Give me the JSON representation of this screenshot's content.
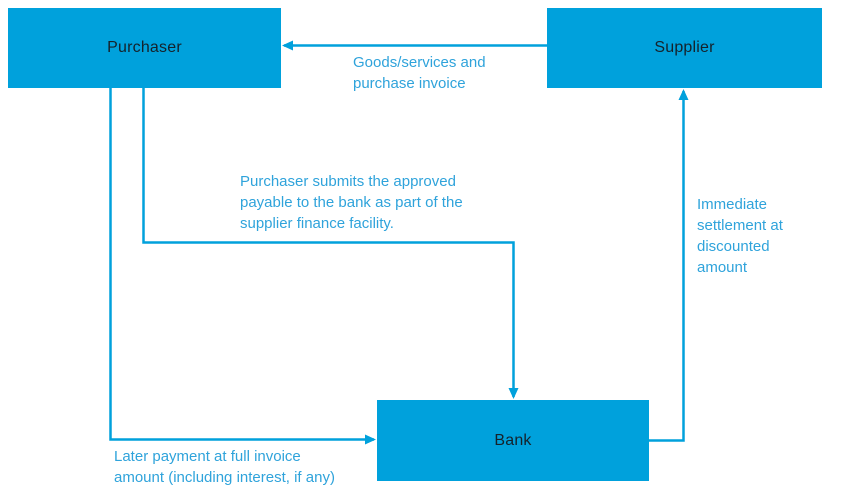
{
  "colors": {
    "node_fill": "#00A1DC",
    "node_text": "#15222B",
    "connector": "#00A1DC",
    "label_text": "#2FA3DB",
    "background": "#FFFFFF"
  },
  "nodes": {
    "purchaser": {
      "label": "Purchaser"
    },
    "supplier": {
      "label": "Supplier"
    },
    "bank": {
      "label": "Bank"
    }
  },
  "edge_labels": {
    "goods_services": {
      "lines": [
        "Goods/services and",
        "purchase invoice"
      ]
    },
    "payable_submission": {
      "lines": [
        "Purchaser submits the approved",
        "payable to the bank as part of the",
        "supplier finance facility."
      ]
    },
    "immediate_settlement": {
      "lines": [
        "Immediate",
        "settlement at",
        "discounted",
        "amount"
      ]
    },
    "later_payment": {
      "lines": [
        "Later payment at full invoice",
        "amount (including interest, if any)"
      ]
    }
  }
}
